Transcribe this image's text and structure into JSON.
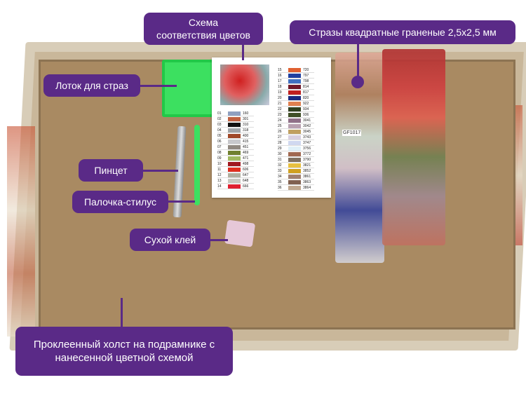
{
  "labels": {
    "chart_label_line1": "Схема",
    "chart_label_line2": "соответствия цветов",
    "rhinestones": "Стразы квадратные граненые 2,5x2,5 мм",
    "tray": "Лоток для страз",
    "tweezers": "Пинцет",
    "stylus": "Палочка-стилус",
    "glue": "Сухой клей",
    "canvas_line1": "Проклеенный холст на подрамнике с",
    "canvas_line2": "нанесенной цветной схемой"
  },
  "bag_code": "GF1017",
  "sheet": {
    "left": [
      [
        "01",
        "160",
        "#8fa0c0"
      ],
      [
        "02",
        "301",
        "#c06040"
      ],
      [
        "03",
        "310",
        "#111111"
      ],
      [
        "04",
        "318",
        "#a0a4a8"
      ],
      [
        "05",
        "400",
        "#a04828"
      ],
      [
        "06",
        "415",
        "#c8c8cc"
      ],
      [
        "07",
        "451",
        "#908880"
      ],
      [
        "08",
        "469",
        "#708030"
      ],
      [
        "09",
        "471",
        "#a0b860"
      ],
      [
        "10",
        "498",
        "#a01820"
      ],
      [
        "11",
        "606",
        "#e03020"
      ],
      [
        "12",
        "647",
        "#b0b0a0"
      ],
      [
        "13",
        "648",
        "#c8c8c0"
      ],
      [
        "14",
        "666",
        "#e02030"
      ]
    ],
    "right": [
      [
        "15",
        "720",
        "#e06030"
      ],
      [
        "16",
        "797",
        "#2040a0"
      ],
      [
        "17",
        "798",
        "#4070c0"
      ],
      [
        "18",
        "814",
        "#701828"
      ],
      [
        "19",
        "817",
        "#c02020"
      ],
      [
        "20",
        "820",
        "#1a2a80"
      ],
      [
        "21",
        "922",
        "#e08050"
      ],
      [
        "22",
        "934",
        "#304020"
      ],
      [
        "23",
        "936",
        "#405028"
      ],
      [
        "24",
        "3041",
        "#907088"
      ],
      [
        "25",
        "3042",
        "#b8a0b0"
      ],
      [
        "26",
        "3045",
        "#c0a060"
      ],
      [
        "27",
        "3743",
        "#d8d0e0"
      ],
      [
        "28",
        "3747",
        "#d0d8f0"
      ],
      [
        "29",
        "3756",
        "#e0f0f8"
      ],
      [
        "30",
        "3772",
        "#a06850"
      ],
      [
        "31",
        "3790",
        "#807060"
      ],
      [
        "32",
        "3821",
        "#e8c040"
      ],
      [
        "33",
        "3852",
        "#d0a020"
      ],
      [
        "34",
        "3861",
        "#a08070"
      ],
      [
        "35",
        "3863",
        "#806050"
      ],
      [
        "36",
        "3864",
        "#c0a890"
      ]
    ]
  }
}
